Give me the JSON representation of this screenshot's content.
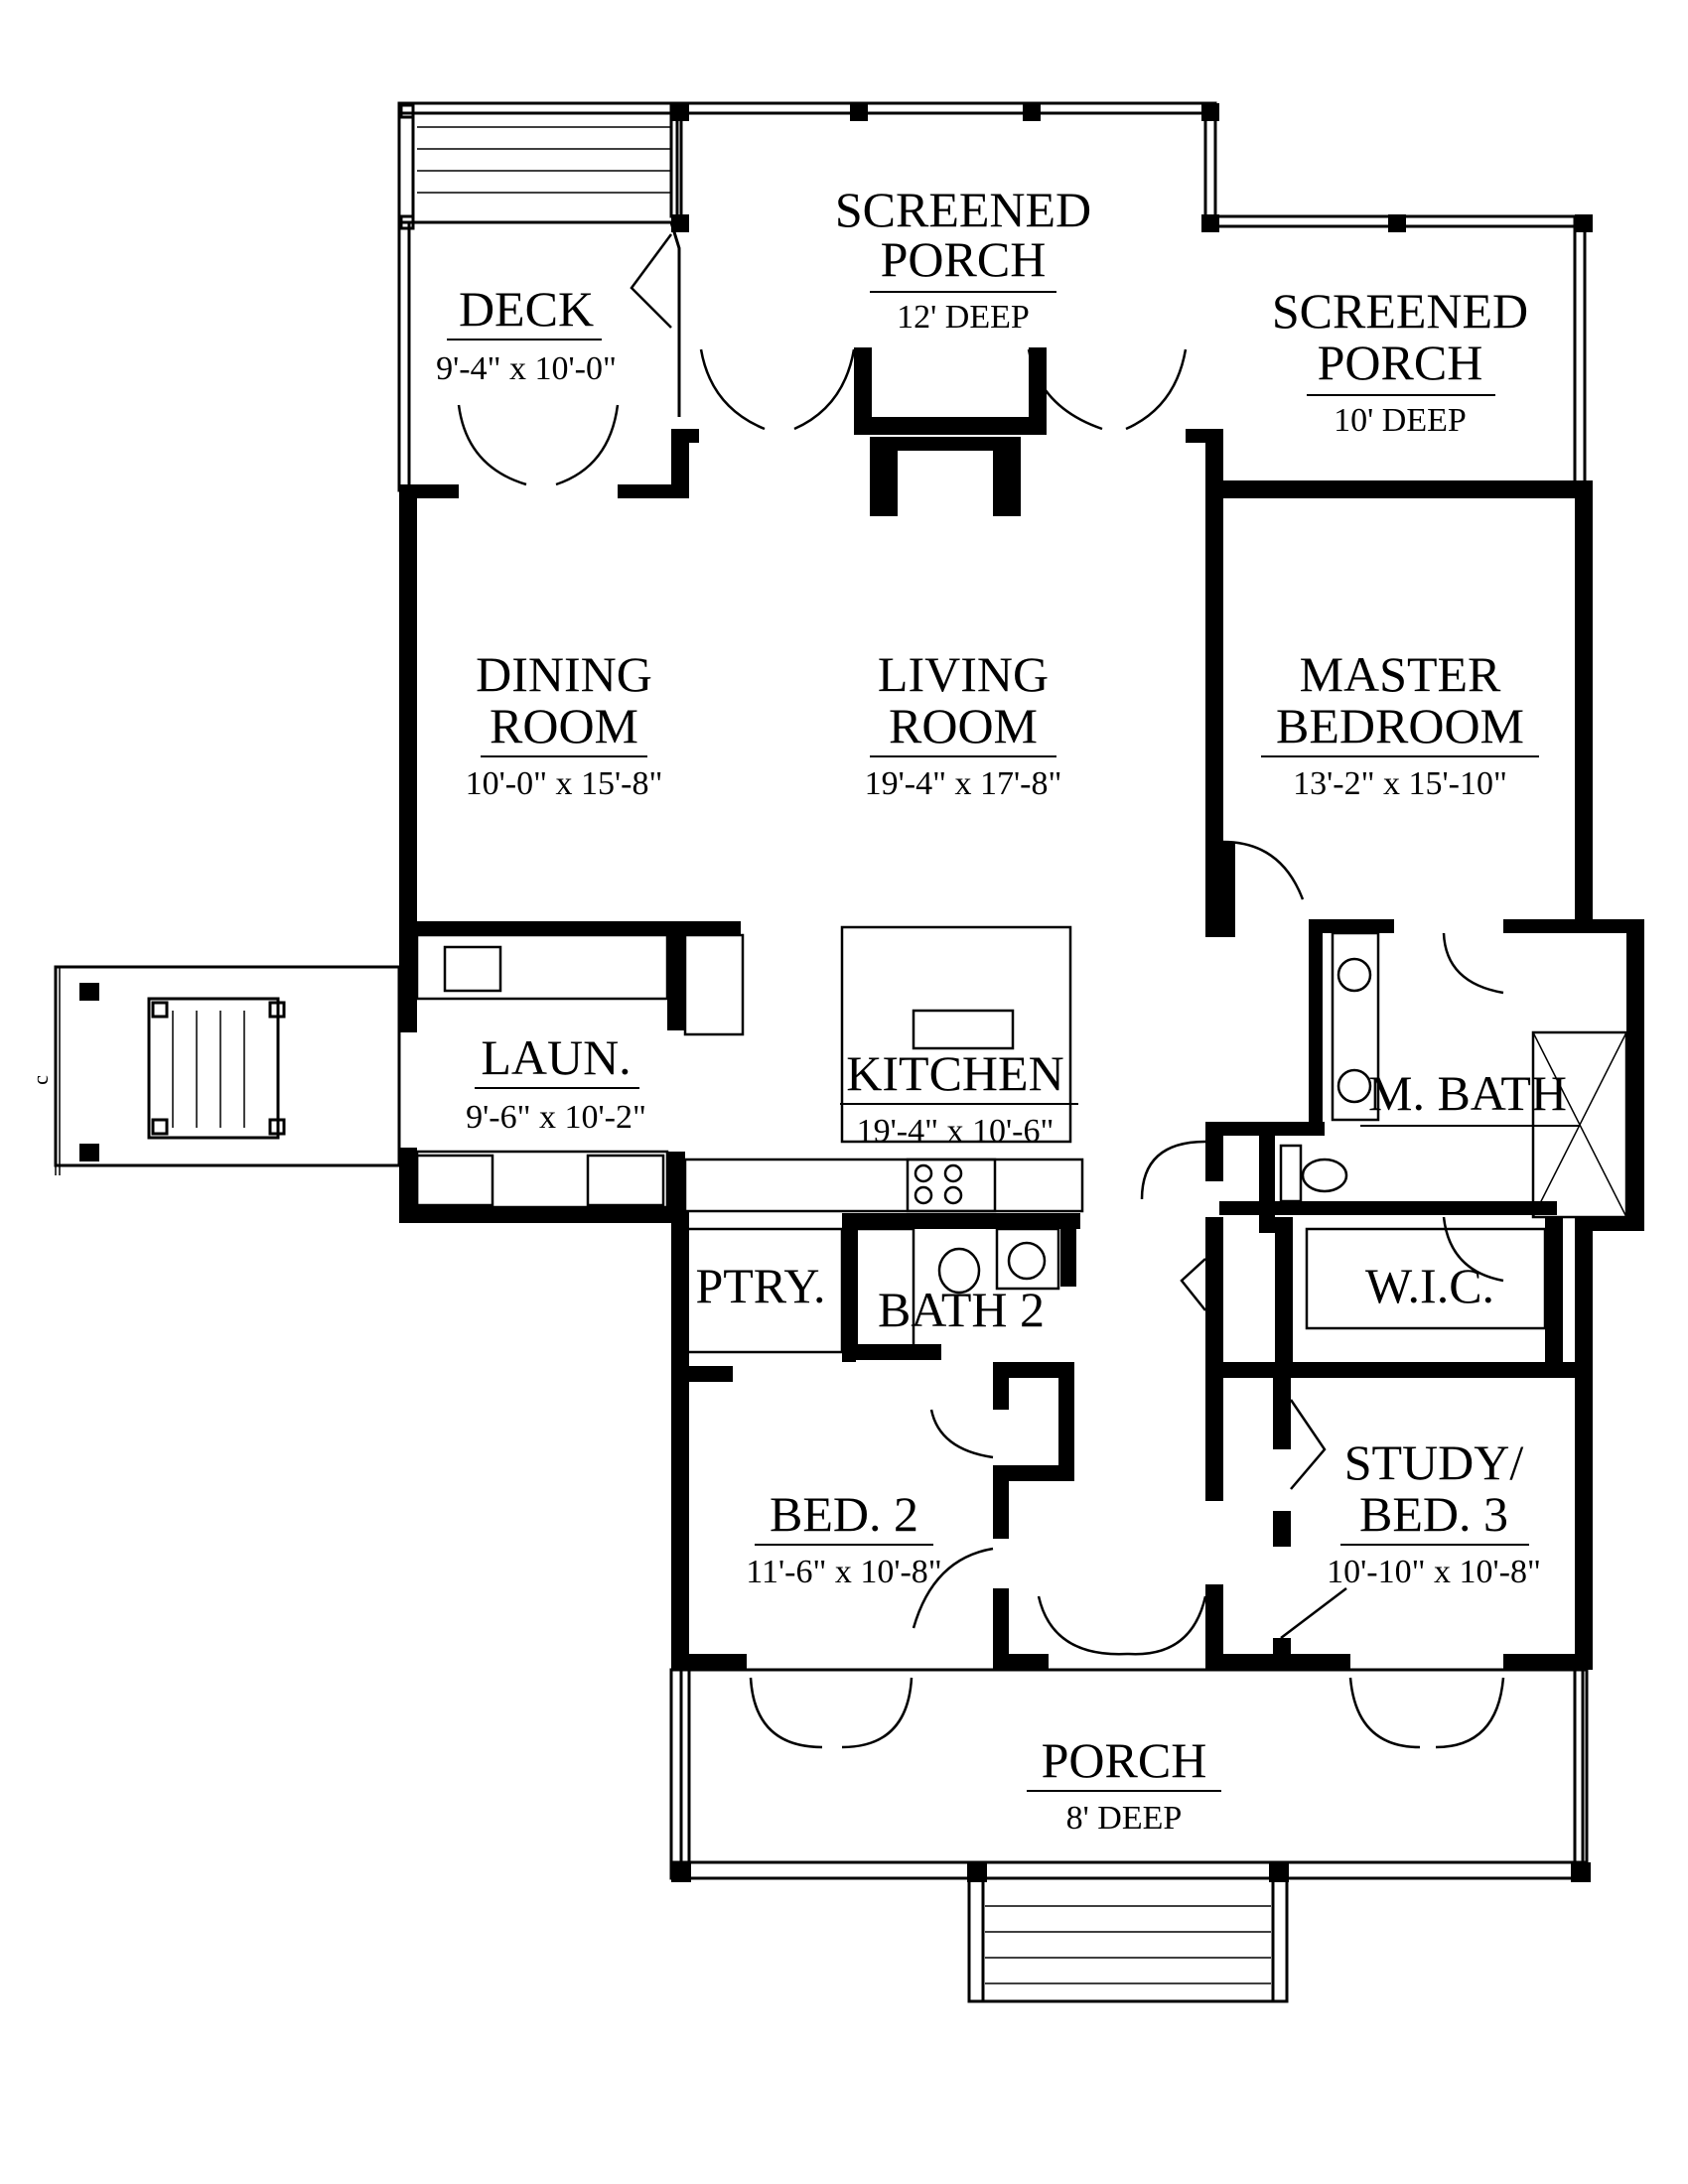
{
  "rooms": {
    "screened_porch_center": {
      "name1": "SCREENED",
      "name2": "PORCH",
      "dim": "12' DEEP"
    },
    "screened_porch_right": {
      "name1": "SCREENED",
      "name2": "PORCH",
      "dim": "10' DEEP"
    },
    "deck": {
      "name1": "DECK",
      "dim": "9'-4\" x 10'-0\""
    },
    "dining": {
      "name1": "DINING",
      "name2": "ROOM",
      "dim": "10'-0\" x 15'-8\""
    },
    "living": {
      "name1": "LIVING",
      "name2": "ROOM",
      "dim": "19'-4\" x 17'-8\""
    },
    "master": {
      "name1": "MASTER",
      "name2": "BEDROOM",
      "dim": "13'-2\" x 15'-10\""
    },
    "laundry": {
      "name1": "LAUN.",
      "dim": "9'-6\" x 10'-2\""
    },
    "kitchen": {
      "name1": "KITCHEN",
      "dim": "19'-4\" x 10'-6\""
    },
    "master_bath": {
      "name1": "M. BATH"
    },
    "pantry": {
      "name1": "PTRY."
    },
    "bath2": {
      "name1": "BATH 2"
    },
    "wic": {
      "name1": "W.I.C."
    },
    "study": {
      "name1": "STUDY/",
      "name2": "BED. 3",
      "dim": "10'-10\" x 10'-8\""
    },
    "bed2": {
      "name1": "BED. 2",
      "dim": "11'-6\" x 10'-8\""
    },
    "porch": {
      "name1": "PORCH",
      "dim": "8' DEEP"
    }
  },
  "side_stair_mark": "c",
  "colors": {
    "ink": "#000000",
    "paper": "#ffffff"
  }
}
